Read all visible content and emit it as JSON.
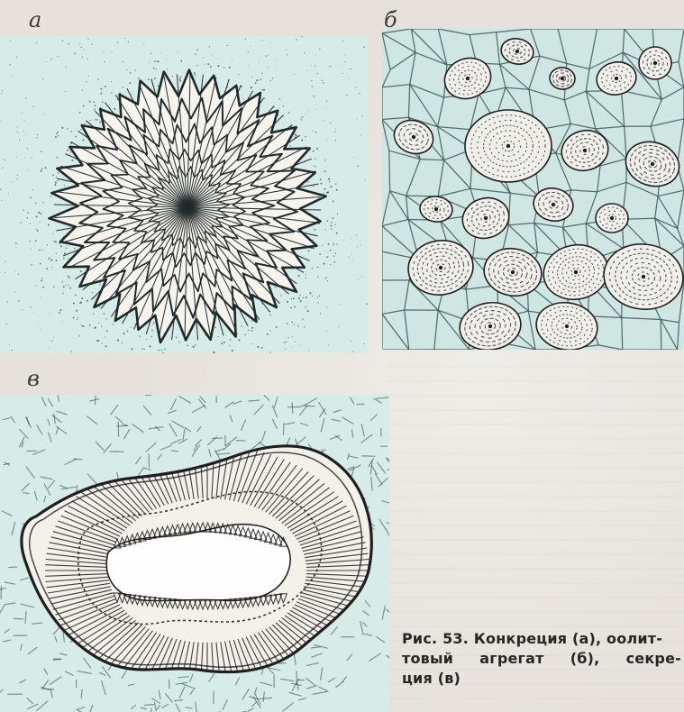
{
  "labels": {
    "a": "а",
    "b": "б",
    "c": "в"
  },
  "caption": {
    "line1": "Рис. 53. Конкреция (а), оолит-",
    "line2_parts": [
      "товый",
      "агрегат",
      "(б),",
      "секре-"
    ],
    "line3": "ция (в)"
  },
  "colors": {
    "page_background": "#ebe7df",
    "panel_background": "#d7ece8",
    "panel_background_alt": "#cfe6e3",
    "ink": "#1f2a2a",
    "stipple": "#3b5755",
    "crystal_fill": "#f7f4ee"
  }
}
